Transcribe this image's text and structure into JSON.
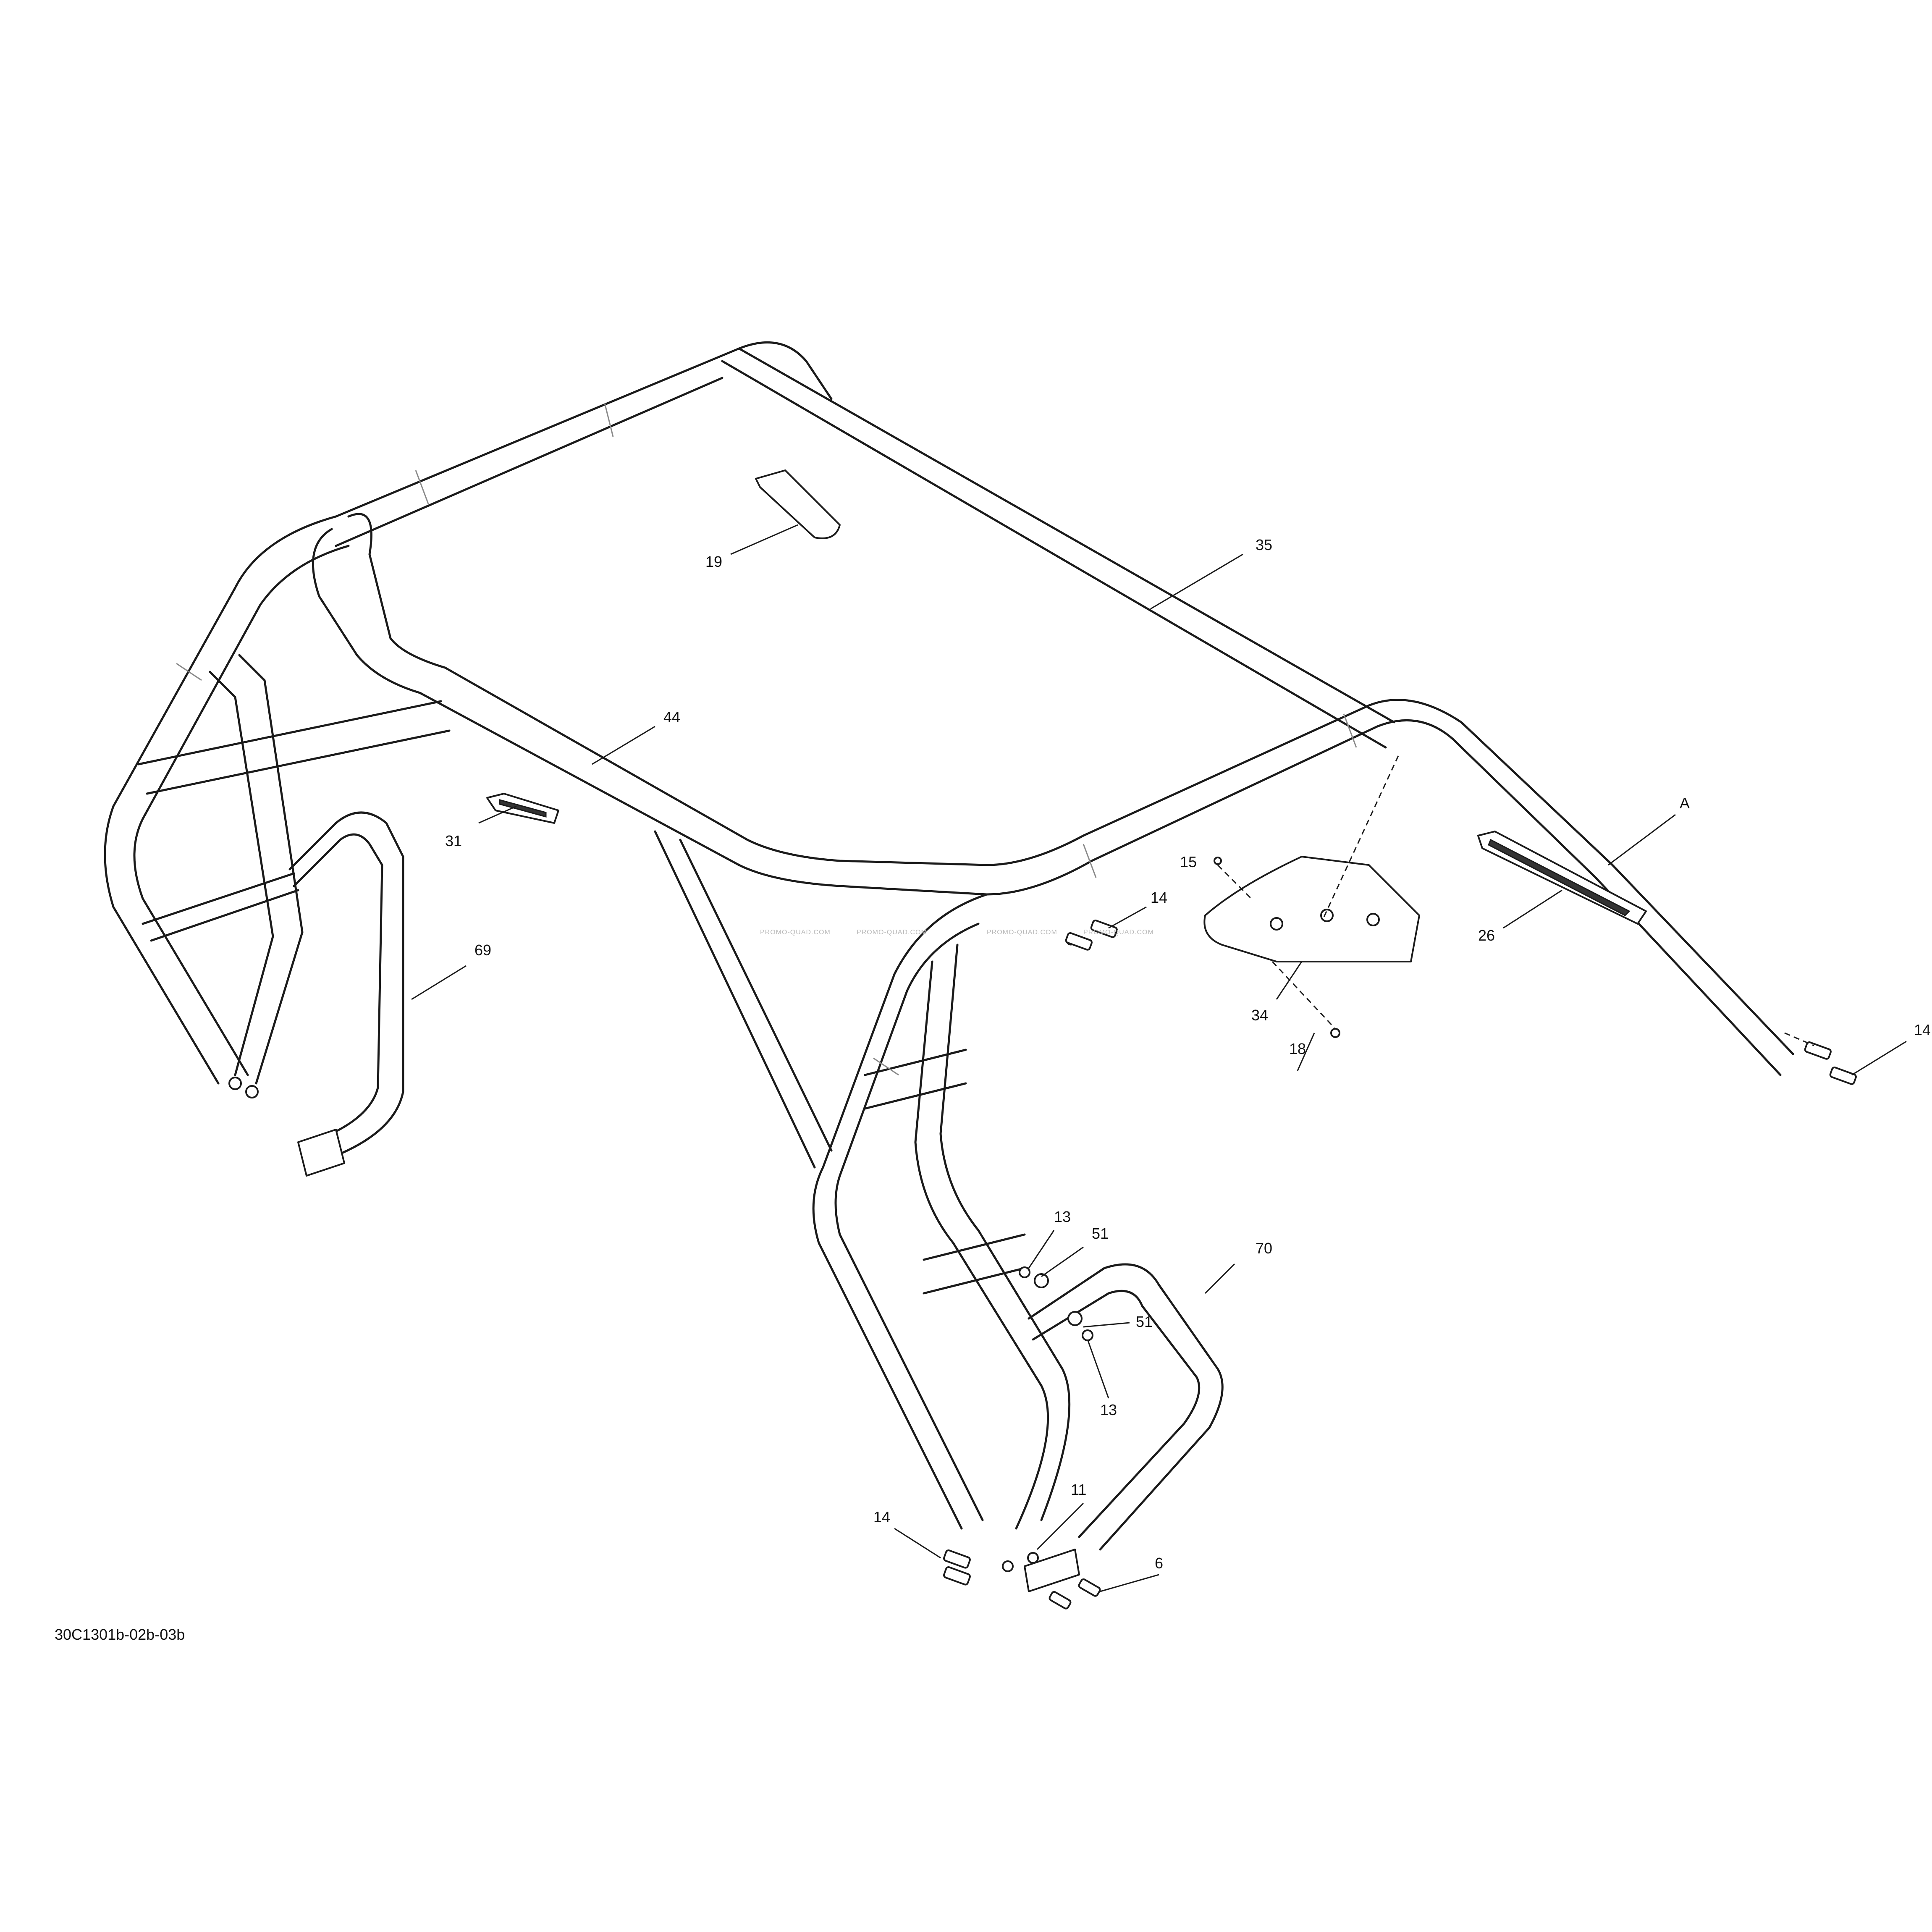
{
  "diagram": {
    "drawing_code": "30C1301b-02b-03b",
    "watermark": "PROMO-QUAD.COM",
    "callouts": [
      {
        "id": "c-19",
        "label": "19"
      },
      {
        "id": "c-35",
        "label": "35"
      },
      {
        "id": "c-44",
        "label": "44"
      },
      {
        "id": "c-a",
        "label": "A"
      },
      {
        "id": "c-31",
        "label": "31"
      },
      {
        "id": "c-15",
        "label": "15"
      },
      {
        "id": "c-14-top",
        "label": "14"
      },
      {
        "id": "c-26",
        "label": "26"
      },
      {
        "id": "c-34",
        "label": "34"
      },
      {
        "id": "c-18",
        "label": "18"
      },
      {
        "id": "c-14-right",
        "label": "14"
      },
      {
        "id": "c-69",
        "label": "69"
      },
      {
        "id": "c-13-top",
        "label": "13"
      },
      {
        "id": "c-51-top",
        "label": "51"
      },
      {
        "id": "c-70",
        "label": "70"
      },
      {
        "id": "c-51-bottom",
        "label": "51"
      },
      {
        "id": "c-13-bottom",
        "label": "13"
      },
      {
        "id": "c-11",
        "label": "11"
      },
      {
        "id": "c-14-bottom",
        "label": "14"
      },
      {
        "id": "c-6",
        "label": "6"
      }
    ]
  }
}
